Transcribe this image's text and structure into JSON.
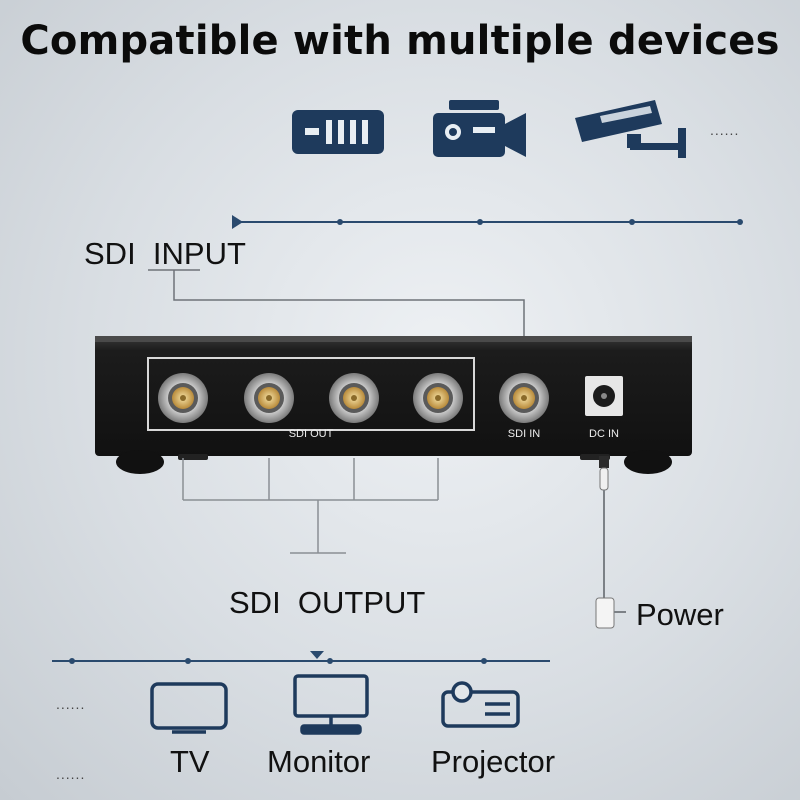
{
  "title": "Compatible with multiple devices",
  "labels": {
    "sdi_input": "SDI  INPUT",
    "sdi_output": "SDI  OUTPUT",
    "power": "Power"
  },
  "device": {
    "sdi_out_label": "SDI OUT",
    "sdi_in_label": "SDI IN",
    "dc_in_label": "DC IN"
  },
  "source_devices": [
    "server-icon",
    "camcorder-icon",
    "security-camera-icon"
  ],
  "output_devices": [
    {
      "name": "TV",
      "icon": "tv-icon"
    },
    {
      "name": "Monitor",
      "icon": "monitor-icon"
    },
    {
      "name": "Projector",
      "icon": "projector-icon"
    }
  ],
  "more": "......",
  "colors": {
    "icon_navy": "#1e3a5c",
    "line_navy": "#2a4a6e",
    "device_body": "#1b1b1b",
    "wire_gray": "#8a8f94"
  }
}
